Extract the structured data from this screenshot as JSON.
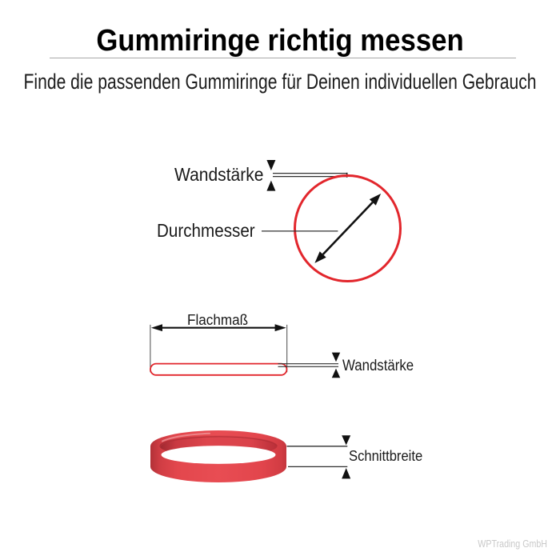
{
  "header": {
    "title": "Gummiringe richtig messen",
    "subtitle": "Finde die passenden Gummiringe für Deinen individuellen Gebrauch"
  },
  "diagrams": {
    "ring_top_view": {
      "wall_label": "Wandstärke",
      "diameter_label": "Durchmesser"
    },
    "ring_flat_view": {
      "flat_label": "Flachmaß",
      "wall_label": "Wandstärke"
    },
    "ring_3d_view": {
      "cut_width_label": "Schnittbreite"
    }
  },
  "watermark": "WPTrading GmbH",
  "colors": {
    "ring_red": "#e2262c",
    "band_red": "#e2434a",
    "text": "#1a1a1a",
    "divider": "#a9a9a9",
    "watermark": "#c9c9c9"
  }
}
